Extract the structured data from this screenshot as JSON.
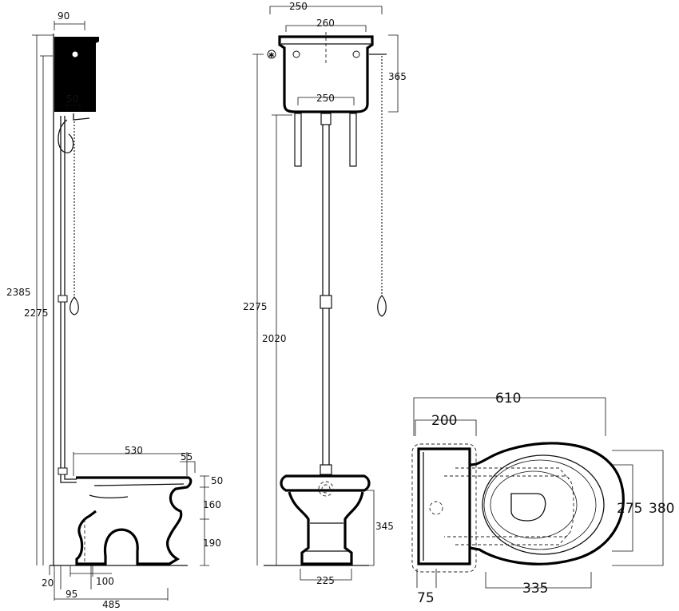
{
  "dimensions": {
    "side": {
      "cistern_depth": "90",
      "flush_pipe_offset": "50",
      "total_height": "2385",
      "cistern_height": "2275",
      "bowl_length": "530",
      "rim_overhang": "55",
      "rim_height": "50",
      "bowl_mid": "160",
      "outlet_height": "190",
      "wall_gap": "20",
      "outlet_center": "95",
      "outlet_width": "100",
      "depth_total": "485"
    },
    "front": {
      "cistern_outer_width": "250",
      "cistern_width": "260",
      "cistern_drop": "365",
      "bracket_spacing": "250",
      "cistern_height": "2275",
      "pipe_height": "2020",
      "bowl_height": "345",
      "pedestal_width": "225"
    },
    "top": {
      "total_length": "610",
      "tank_depth": "200",
      "seat_width": "275",
      "bowl_width": "380",
      "wall_offset": "75",
      "bowl_length": "335"
    }
  }
}
